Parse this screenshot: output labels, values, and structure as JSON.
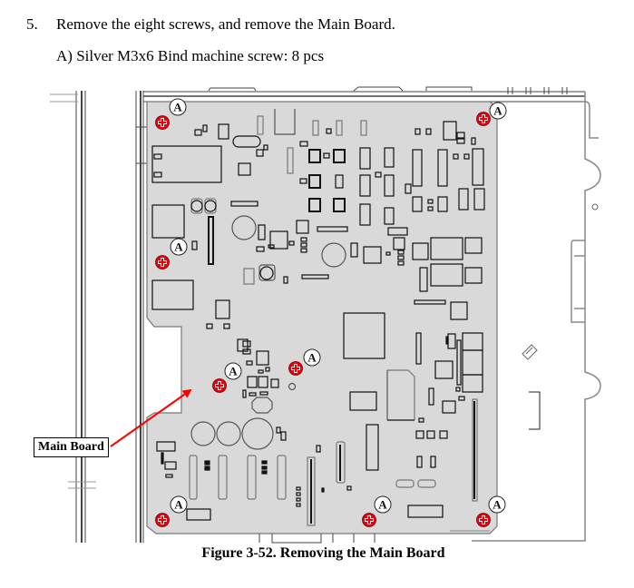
{
  "step": {
    "number": "5.",
    "instruction": "Remove the eight screws, and remove the Main Board."
  },
  "parts": [
    {
      "label": "A) Silver M3x6 Bind machine screw: 8 pcs",
      "marker": "A",
      "quantity": 8
    }
  ],
  "figure": {
    "caption": "Figure 3-52.  Removing the Main Board",
    "callout_label": "Main Board",
    "screw_marker": "A",
    "screw_color": "#e8000d",
    "arrow_color": "#ff0000",
    "board_color": "#d9d9d9",
    "screws": [
      {
        "id": "top-left"
      },
      {
        "id": "top-right"
      },
      {
        "id": "left-middle"
      },
      {
        "id": "center-left"
      },
      {
        "id": "center-right"
      },
      {
        "id": "bottom-left"
      },
      {
        "id": "bottom-middle"
      },
      {
        "id": "bottom-right"
      }
    ]
  }
}
